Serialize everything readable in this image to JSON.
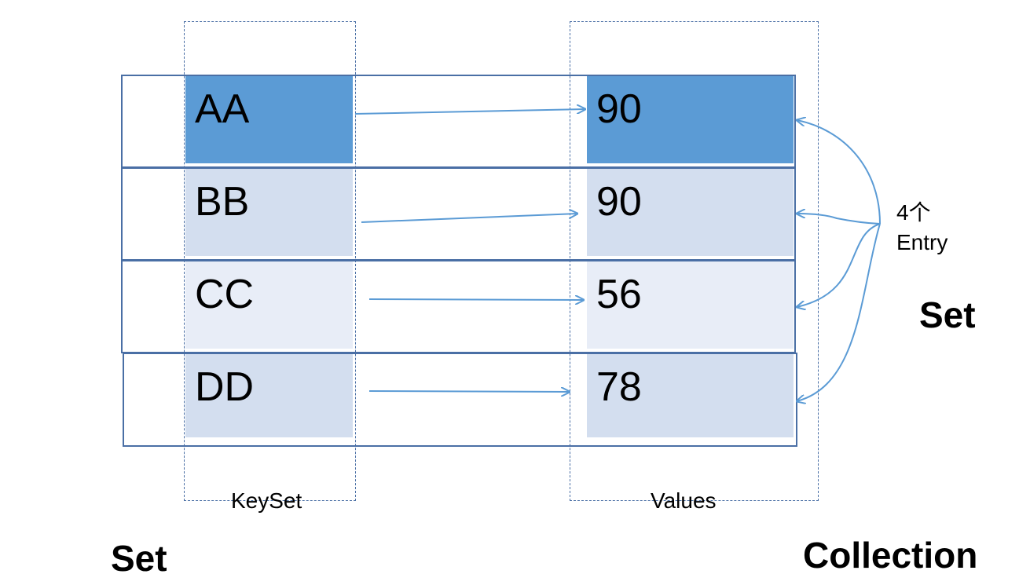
{
  "rows": [
    {
      "key": "AA",
      "value": "90"
    },
    {
      "key": "BB",
      "value": "90"
    },
    {
      "key": "CC",
      "value": "56"
    },
    {
      "key": "DD",
      "value": "78"
    }
  ],
  "labels": {
    "keyset": "KeySet",
    "values": "Values",
    "set_bottom": "Set",
    "collection_bottom": "Collection",
    "entry_count": "4个",
    "entry_word": "Entry",
    "set_right": "Set"
  },
  "colors": {
    "row_0": "#5b9bd5",
    "row_1": "#d3deef",
    "row_2": "#e8edf7",
    "row_3": "#d3deef",
    "border": "#4a6fa5",
    "arrow": "#5b9bd5"
  }
}
